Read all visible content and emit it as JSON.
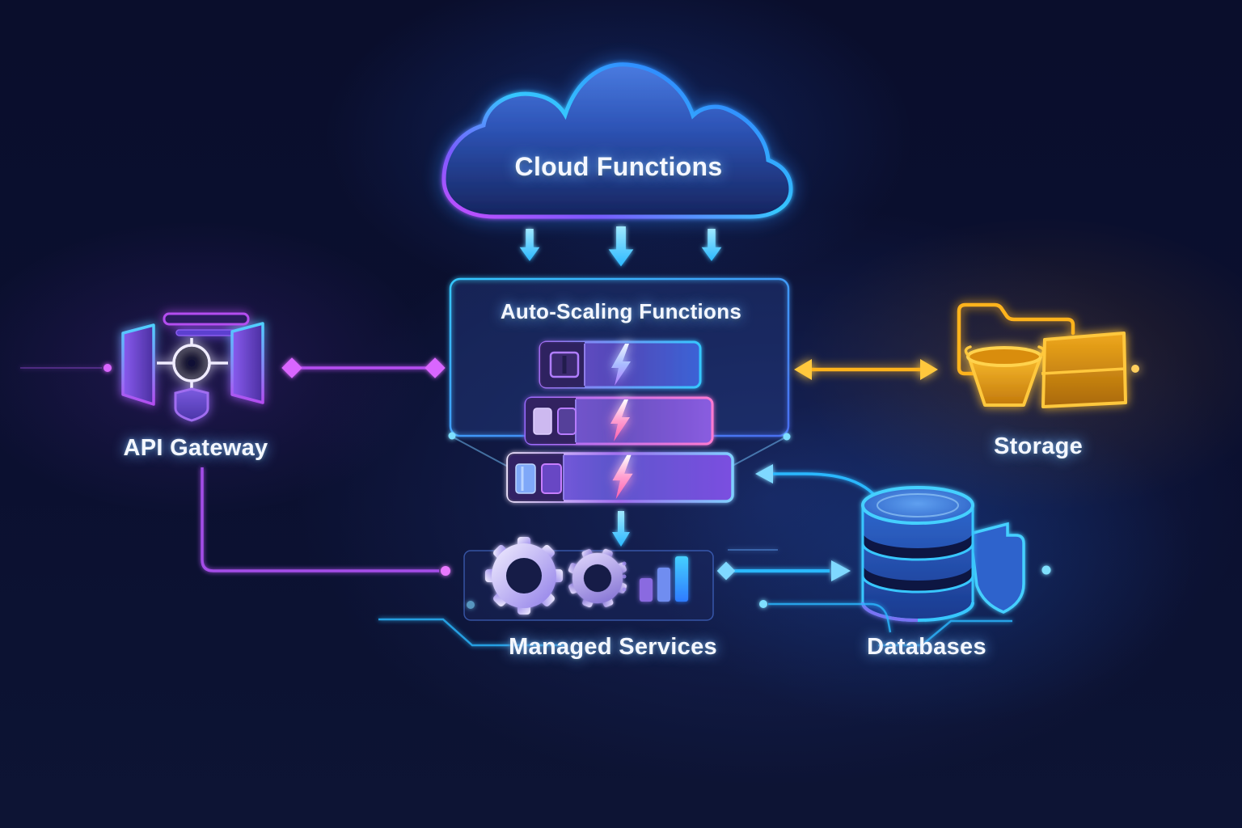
{
  "nodes": {
    "cloud": {
      "label": "Cloud Functions"
    },
    "autoscaling": {
      "label": "Auto-Scaling Functions",
      "function_instances": 3
    },
    "api_gateway": {
      "label": "API Gateway"
    },
    "storage": {
      "label": "Storage"
    },
    "managed_services": {
      "label": "Managed Services"
    },
    "databases": {
      "label": "Databases"
    }
  },
  "icons": {
    "cloud": "cloud-icon",
    "autoscaling": "lightning-bolt-icon",
    "api_gateway": "api-gateway-icon",
    "storage": [
      "folder-icon",
      "bucket-icon",
      "storage-box-icon"
    ],
    "managed_services": [
      "gear-icon",
      "gear-icon",
      "bar-chart-icon"
    ],
    "databases": [
      "database-cylinder-icon",
      "shield-icon"
    ]
  },
  "colors": {
    "background": "#0a0e2c",
    "neon_cyan": "#35c8ff",
    "neon_blue": "#2f7bff",
    "neon_purple": "#a44de8",
    "neon_magenta": "#d966ff",
    "neon_yellow": "#ffb31f",
    "label_text": "#f4f7ff"
  }
}
